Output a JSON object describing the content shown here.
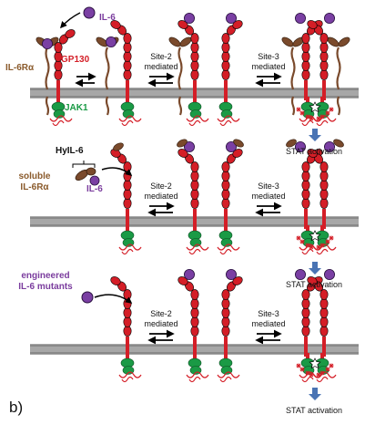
{
  "colors": {
    "il6": "#7a3fa3",
    "il6_outline": "#2a1140",
    "il6ra": "#7a4a2c",
    "gp130": "#d41e27",
    "jak1": "#1a9a45",
    "membrane": "#a7a7a7",
    "membrane_line": "#6b6b6b",
    "stat_arrow": "#4a74b4",
    "text_brown": "#8a5a2b",
    "text_purple": "#7b3d9e",
    "text_green": "#1a9a45",
    "text_red": "#d41e27"
  },
  "labels": {
    "il6_top": "IL-6",
    "il6ra": "IL-6Rα",
    "gp130": "GP130",
    "jak1": "JAK1",
    "site2": [
      "Site-2",
      "mediated"
    ],
    "site3": [
      "Site-3",
      "mediated"
    ],
    "stat": "STAT activation",
    "hyil6": "HyIL-6",
    "soluble": [
      "soluble",
      "IL-6Rα"
    ],
    "il6_mid": "IL-6",
    "engineered": [
      "engineered",
      "IL-6 mutants"
    ],
    "panel": "b)"
  }
}
